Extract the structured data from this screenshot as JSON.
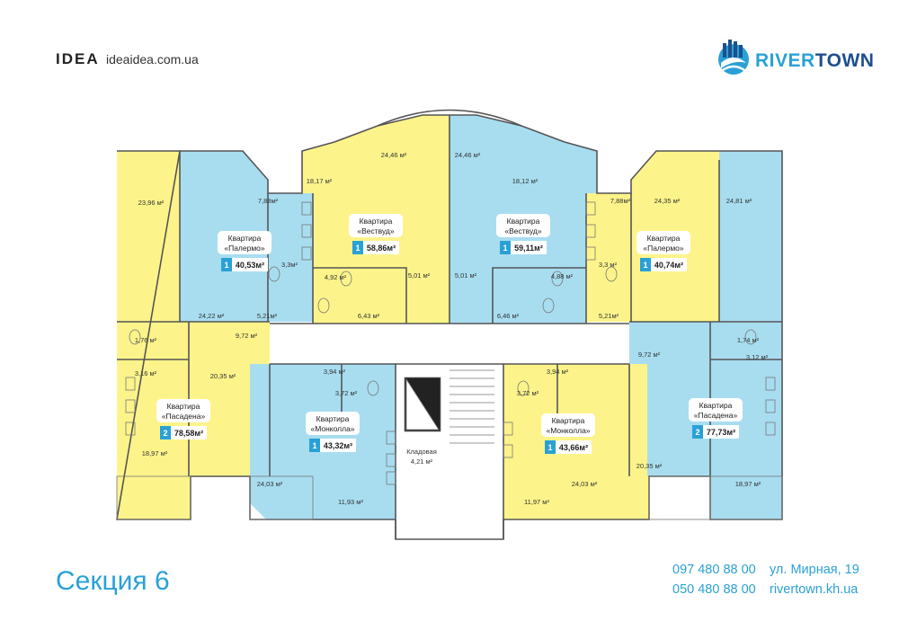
{
  "header": {
    "brand": "IDEA",
    "url": "ideaidea.com.ua",
    "logo_part1": "RIVER",
    "logo_part2": "TOWN"
  },
  "section_title": "Секция 6",
  "contacts": {
    "phone1": "097 480 88 00",
    "phone2": "050 480 88 00",
    "address": "ул. Мирная, 19",
    "website": "rivertown.kh.ua"
  },
  "colors": {
    "yellow": "#fcf48a",
    "blue": "#a8ddf0",
    "accent": "#2aa1d6",
    "dark_blue": "#1d4f8e",
    "wall": "#555555"
  },
  "apartments": [
    {
      "name_line1": "Квартира",
      "name_line2": "«Палермо»",
      "rooms": "1",
      "area": "40,53м²"
    },
    {
      "name_line1": "Квартира",
      "name_line2": "«Вествуд»",
      "rooms": "1",
      "area": "58,86м²"
    },
    {
      "name_line1": "Квартира",
      "name_line2": "«Вествуд»",
      "rooms": "1",
      "area": "59,11м²"
    },
    {
      "name_line1": "Квартира",
      "name_line2": "«Палермо»",
      "rooms": "1",
      "area": "40,74м²"
    },
    {
      "name_line1": "Квартира",
      "name_line2": "«Пасадена»",
      "rooms": "2",
      "area": "78,58м²"
    },
    {
      "name_line1": "Квартира",
      "name_line2": "«Монколла»",
      "rooms": "1",
      "area": "43,32м²"
    },
    {
      "name_line1": "Квартира",
      "name_line2": "«Монколла»",
      "rooms": "1",
      "area": "43,66м²"
    },
    {
      "name_line1": "Квартира",
      "name_line2": "«Пасадена»",
      "rooms": "2",
      "area": "77,73м²"
    }
  ],
  "storage_label": "Кладовая",
  "storage_area": "4,21 м²",
  "room_areas": [
    "23,96 м²",
    "7,88м²",
    "24,22 м²",
    "5,21м²",
    "3,3м²",
    "18,17 м²",
    "24,46 м²",
    "4,92 м²",
    "5,01 м²",
    "6,43 м²",
    "24,46 м²",
    "18,12 м²",
    "5,01 м²",
    "4,88 м²",
    "6,46 м²",
    "7,88м²",
    "24,35 м²",
    "3,3 м²",
    "5,21м²",
    "24,81 м²",
    "1,76 м²",
    "9,72 м²",
    "3,16 м²",
    "20,35 м²",
    "18,97 м²",
    "24,03 м²",
    "3,94 м²",
    "3,72 м²",
    "11,93 м²",
    "3,94 м²",
    "3,72 м²",
    "11,97 м²",
    "24,03 м²",
    "1,74 м²",
    "9,72 м²",
    "3,12 м²",
    "20,35 м²",
    "18,97 м²"
  ]
}
